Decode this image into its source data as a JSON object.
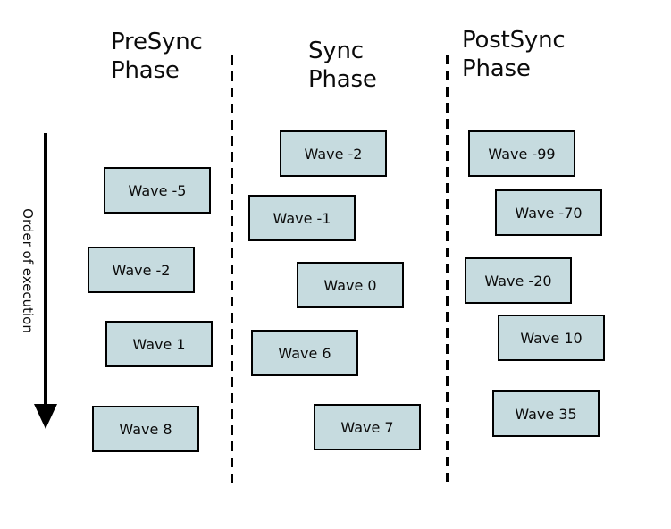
{
  "diagram": {
    "order_label": "Order of execution",
    "phases": [
      {
        "title": "PreSync\nPhase",
        "waves": [
          "Wave -5",
          "Wave -2",
          "Wave 1",
          "Wave 8"
        ]
      },
      {
        "title": "Sync\nPhase",
        "waves": [
          "Wave -2",
          "Wave -1",
          "Wave 0",
          "Wave 6",
          "Wave 7"
        ]
      },
      {
        "title": "PostSync\nPhase",
        "waves": [
          "Wave -99",
          "Wave -70",
          "Wave -20",
          "Wave 10",
          "Wave 35"
        ]
      }
    ],
    "colors": {
      "background": "#ffffff",
      "box_fill": "#c6dbdf",
      "box_border": "#000000",
      "line": "#000000",
      "text": "#0b0b0b"
    }
  }
}
